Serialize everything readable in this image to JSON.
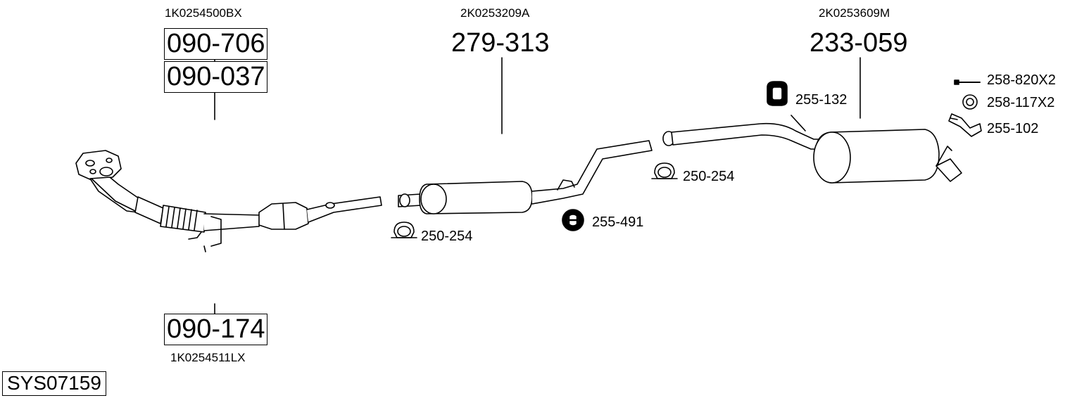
{
  "system_code": "SYS07159",
  "groups": [
    {
      "oe_top": "1K0254500BX",
      "parts": [
        "090-706",
        "090-037"
      ],
      "oe_bottom": "1K0254511LX",
      "bottom_part": "090-174"
    },
    {
      "oe_top": "2K0253209A",
      "main_part": "279-313"
    },
    {
      "oe_top": "2K0253609M",
      "main_part": "233-059"
    }
  ],
  "accessories": {
    "clamp_1": "250-254",
    "rubber_mount_1": "255-491",
    "clamp_2": "250-254",
    "hanger_1": "255-132",
    "bolt": "258-820X2",
    "ring": "258-117X2",
    "bracket": "255-102"
  }
}
